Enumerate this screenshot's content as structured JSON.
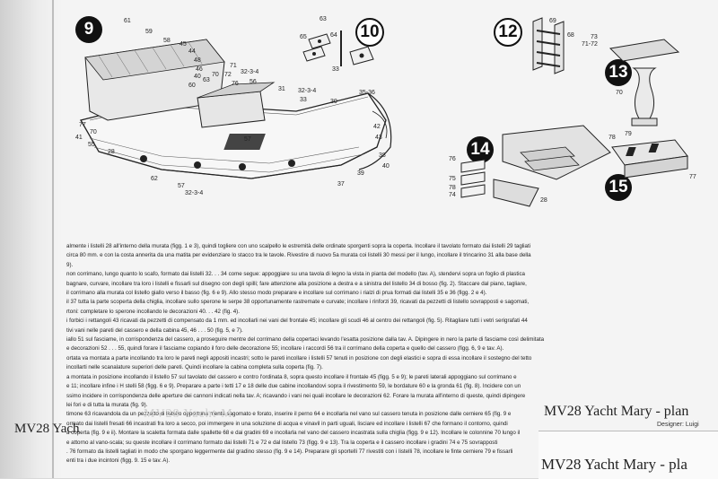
{
  "figures": {
    "fig9": {
      "number": "9",
      "labels": [
        "61",
        "59",
        "58",
        "45",
        "44",
        "48",
        "46",
        "40",
        "60",
        "63",
        "70",
        "71",
        "72",
        "32-3-4",
        "56",
        "76",
        "31",
        "32-3-4",
        "33",
        "30",
        "35-36",
        "42",
        "43",
        "38",
        "57",
        "62",
        "57",
        "32-3-4",
        "39",
        "37",
        "40",
        "41",
        "55",
        "28",
        "77",
        "70"
      ]
    },
    "fig10": {
      "number": "10",
      "labels": [
        "63",
        "65",
        "64",
        "33"
      ]
    },
    "fig12": {
      "number": "12",
      "labels": [
        "69",
        "68",
        "71-72",
        "73"
      ]
    },
    "fig13": {
      "number": "13",
      "labels": [
        "70"
      ]
    },
    "fig14": {
      "number": "14",
      "labels": [
        "76",
        "75",
        "74",
        "78",
        "28"
      ]
    },
    "fig15": {
      "number": "15",
      "labels": [
        "78",
        "79",
        "77"
      ]
    }
  },
  "body_lines": [
    "almente i listelli 28 all'interno della murata (figg. 1 e 3), quindi togliere con uno scalpello le estremità delle ordinate sporgenti sopra la coperta. Incollare il tavolato formato dai listelli 29 tagliati",
    "circa 80 mm. e con la costa annerita da una matita per evidenziare lo stacco tra le tavole. Rivestire di nuovo 5a murata coi listelli 30 messi per il lungo, incollare il trincarino 31 alla base della",
    "9).",
    "non corrimano, lungo quanto lo scafo, formato dai listelli 32. . . 34 come segue: appoggiare su una tavola di legno la vista in pianta del modello (tav. A), stendervi sopra un foglio di plastica",
    "bagnare, curvare, incollare tra loro i listelli e fissarli sul disegno con degli spilli; fare attenzione alla posizione a destra e a sinistra del listello 34 di bosso (fig. 2). Staccare dal piano, tagliare,",
    "il corrimano alla murata col listello giallo verso il basso (fig. 6 e 9). Allo stesso modo preparare e incollare sul corrimano i rialzi di prua formati dai listelli 35 e 36 (figg. 2 e 4).",
    "il 37 tutta la parte scoperta della chiglia, incollare sullo sperone le serpe 38 opportunamente rastremate e curvate; incollare i rinforzi 39, ricavati da pezzetti di listello sovrapposti e sagomati,",
    "rtoni: completare lo sperone incollando le decorazioni 40. . . 42 (fig. 4).",
    "i forbici i rettangoli 43 ricavati da pezzetti di compensato da 1 mm. ed incollarli nei vani del frontale 45; incollare gli scudi 46 al centro dei rettangoli (fig. 5). Ritagliare tutti i vetri serigrafati 44",
    "tivi vani nelle pareti del cassero e della cabina 45, 46 . . . 50 (fig. 5, e 7).",
    "iallo 51 sul fasciame, in corrispondenza del cassero, a proseguire mentre del corrimano della copertaci levando l'esatta posizione dalla tav. A. Dipingere in nero la parte di fasciame così delimitata",
    "e decorazioni 52 . . . 55, quindi forare il fasciame copiando il foro delle decorazione 55; incollare i raccordi 56 tra il corrimano della coperta e quello del cassero (figg. 6, 9 e tav. A).",
    "ortata va montata a parte incollando tra loro le pareti negli appositi incastri; sotto le pareti incollare i listelli 57 tenuti in posizione con degli elastici e sopra di essa incollare il sostegno del tetto",
    "incollarti nelle scanalature superiori delle pareti. Quindi incollare la cabina completa sulla coperta (fig. 7).",
    "a montata in posizione incollando il listello 57 sul tavolato del cassero e contro l'ordinata 8, sopra questo incollare il frontale 45 (figg. 5 e 9); le pareti laterali appoggiano sul corrimano e",
    "e 11; incollare infine i H stelli 58 (figg. 6 e 9). Preparare a parte i tetti 17 e 18 delle due cabine incollandovi sopra il rivestimento 59, le bordature 60 e la gronda 61 (fig. 8). Incidere con un",
    "ssimo incidere in corrispondenza delle aperture dei cannoni indicati nella tav. A; ricavando i vani nei quali incollare le decorazioni 62. Forare la murata all'interno di queste, quindi dipingere",
    "lei fori e di tutta la murata (fig. 9).",
    "timone 63 ricavandola da un pezzetto di listello opportuna mente sagomato e forato, inserire il perno 64 e incollarla nel vano sul cassero tenuta in posizione dalle cerniere 65 (fig. 9 e",
    "ormato dai listelli fresati 66 incastrati fra loro a secco, poi immergere in una soluzione di acqua e vinavil in parti uguali, lisciare ed incollare i listelli 67 che formano il contorno, quindi",
    "a coperta (fig. 9 e ii). Montare la scaletta formata dalle spallette 68 e dai gradini 69 e incollarla nel vano del cassero incastrata sulla chiglia (figg. 9 e 12). Incollare le colonnine 70 lungo il",
    "e attorno al vano-scala; su queste incollare il corrimano formato dai listelli 71 e 72 e dal listello 73 (figg. 9 e 13). Tra la coperta e il cassero incollare i gradini 74 e 75 sovrapposti",
    ". 76 formato da listelli tagliati in modo che sporgano leggermente dal gradino stesso (fig. 9 e 14). Preparare gli sportelli 77 rivestiti con i listelli 78, incollare le finte cerniere 79 e fissarli",
    "enti tra i due incintoni (figg. 9. 15 e tav. A)."
  ],
  "footer": {
    "left_title": "MV28 Yach",
    "ghost_title": "MV28 Yacht M",
    "right_title": "MV28 Yacht Mary - plan",
    "designer": "Designer: Luigi",
    "lower_title": "MV28 Yacht Mary - pla"
  }
}
